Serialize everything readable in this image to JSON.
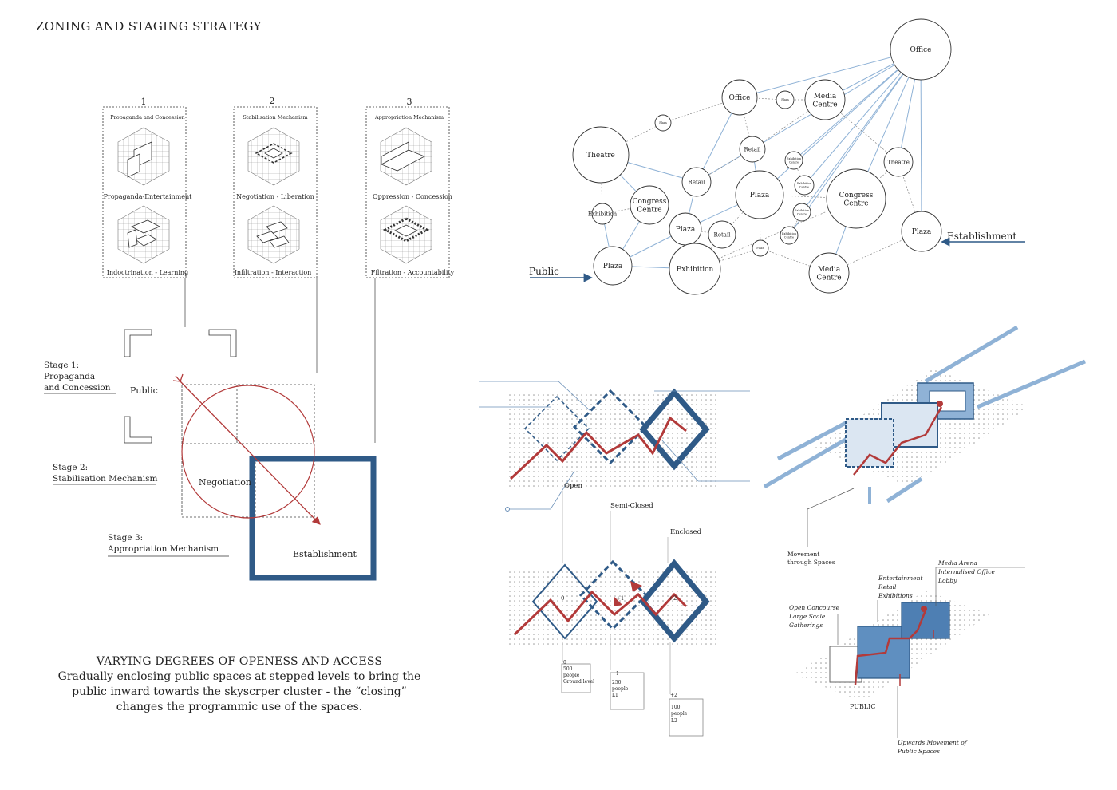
{
  "title": "ZONING AND STAGING STRATEGY",
  "mechanisms": [
    {
      "num": "1",
      "header": "Propaganda and Concession",
      "top_label": "Propaganda-Entertainment",
      "bottom_label": "Indoctrination - Learning"
    },
    {
      "num": "2",
      "header": "Stabilisation Mechanism",
      "top_label": "Negotiation - Liberation",
      "bottom_label": "Infiltration - Interaction"
    },
    {
      "num": "3",
      "header": "Appropriation Mechanism",
      "top_label": "Oppression - Concession",
      "bottom_label": "Filtration - Accountability"
    }
  ],
  "stages": [
    {
      "line1": "Stage 1:",
      "line2": "Propaganda",
      "line3": "and Concession"
    },
    {
      "line1": "Stage 2:",
      "line2": "Stabilisation Mechanism"
    },
    {
      "line1": "Stage 3:",
      "line2": "Appropriation Mechanism"
    }
  ],
  "zone_labels": {
    "public": "Public",
    "negotiation": "Negotiation",
    "establishment": "Establishment"
  },
  "caption": {
    "heading": "VARYING DEGREES OF OPENESS AND ACCESS",
    "body": "Gradually enclosing public spaces at stepped levels to bring the public inward towards the skyscrper cluster - the “closing” changes the programmic use of the spaces."
  },
  "network": {
    "nodes": [
      {
        "id": "office_big",
        "label": "Office"
      },
      {
        "id": "office",
        "label": "Office"
      },
      {
        "id": "plaza_s1",
        "label": "Plaza"
      },
      {
        "id": "media1",
        "label1": "Media",
        "label2": "Centre"
      },
      {
        "id": "plaza_s2",
        "label": "Plaza"
      },
      {
        "id": "theatre1",
        "label": "Theatre"
      },
      {
        "id": "retail1",
        "label": "Retail"
      },
      {
        "id": "retail2",
        "label": "Retail"
      },
      {
        "id": "plaza_c",
        "label": "Plaza"
      },
      {
        "id": "exhib_s",
        "label": "Exhibition"
      },
      {
        "id": "congress1",
        "label1": "Congress",
        "label2": "Centre"
      },
      {
        "id": "congress2",
        "label1": "Congress",
        "label2": "Centre"
      },
      {
        "id": "theatre2",
        "label": "Theatre"
      },
      {
        "id": "plaza_r",
        "label": "Plaza"
      },
      {
        "id": "plaza_m",
        "label": "Plaza"
      },
      {
        "id": "retail3",
        "label": "Retail"
      },
      {
        "id": "plaza_l",
        "label": "Plaza"
      },
      {
        "id": "exhib",
        "label": "Exhibition"
      },
      {
        "id": "plaza_s3",
        "label": "Plaza"
      },
      {
        "id": "media2",
        "label1": "Media",
        "label2": "Centre"
      },
      {
        "id": "exhib_c1",
        "label1": "Exhibition",
        "label2": "Centre"
      },
      {
        "id": "exhib_c2",
        "label1": "Exhibition",
        "label2": "Centre"
      },
      {
        "id": "exhib_c3",
        "label1": "Exhibition",
        "label2": "Centre"
      },
      {
        "id": "exhib_c4",
        "label1": "Exhibition",
        "label2": "Centre"
      }
    ],
    "public_label": "Public",
    "establishment_label": "Establishment"
  },
  "plan": {
    "open": "Open",
    "semi_closed": "Semi-Closed",
    "enclosed": "Enclosed",
    "levels": [
      {
        "marker": "0",
        "line1": "0",
        "line2": "500",
        "line3": "people",
        "line4": "Ground level"
      },
      {
        "marker": "+1",
        "line1": "+1",
        "line2": "250",
        "line3": "people",
        "line4": "L1"
      },
      {
        "marker": "+2",
        "line1": "+2",
        "line2": "100",
        "line3": "people",
        "line4": "L2"
      }
    ]
  },
  "axon": {
    "movement": [
      "Movement",
      "through Spaces"
    ],
    "media_arena": [
      "Media Arena",
      "Internalised Office",
      "Lobby"
    ],
    "entertainment": [
      "Entertainment",
      "Retail",
      "Exhibitions"
    ],
    "open_concourse": [
      "Open Concourse",
      "Large Scale",
      "Gatherings"
    ],
    "public": "PUBLIC",
    "upwards": [
      "Upwards Movement of",
      "Public Spaces"
    ]
  },
  "colors": {
    "blue": "#2f5a87",
    "red": "#b23a3a",
    "grey": "#888888",
    "light_blue": "#8fb2d6"
  }
}
